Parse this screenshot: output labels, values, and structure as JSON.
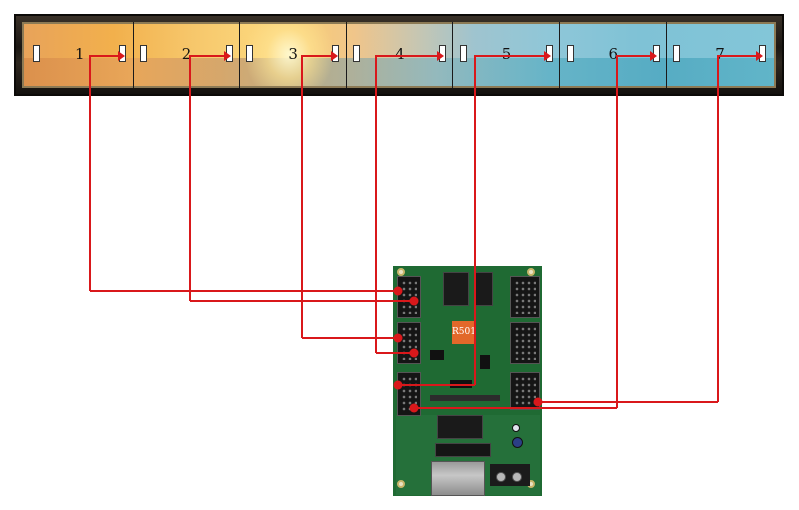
{
  "diagram": {
    "panels": [
      {
        "label": "1"
      },
      {
        "label": "2"
      },
      {
        "label": "3"
      },
      {
        "label": "4"
      },
      {
        "label": "5"
      },
      {
        "label": "6"
      },
      {
        "label": "7"
      }
    ],
    "board": {
      "sticker_text": "R501"
    },
    "colors": {
      "wire": "#d9181b",
      "board": "#1f6a33",
      "sticker": "#e2682a"
    }
  }
}
